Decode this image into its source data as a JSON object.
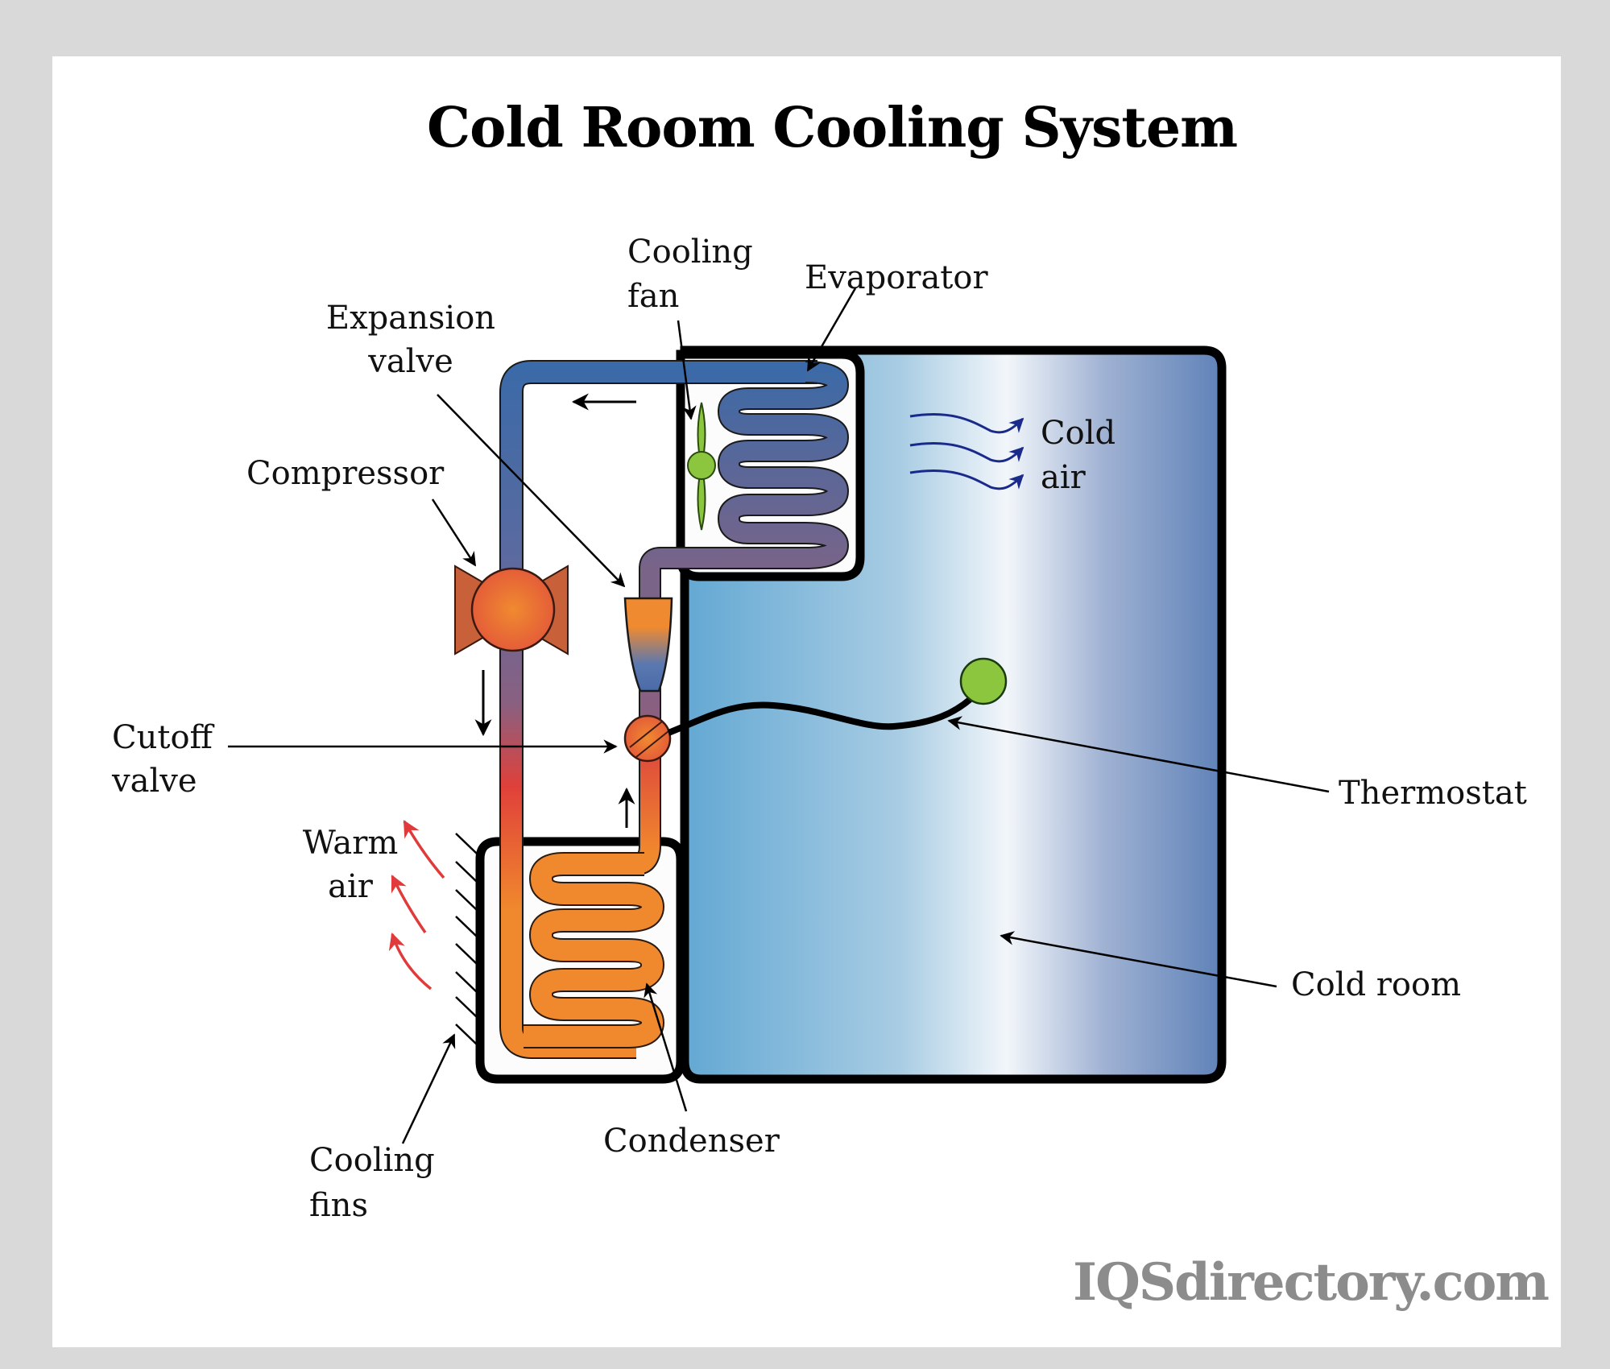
{
  "title": "Cold Room Cooling System",
  "labels": {
    "cooling_fan": [
      "Cooling",
      "fan"
    ],
    "evaporator": "Evaporator",
    "expansion_valve": [
      "Expansion",
      "valve"
    ],
    "compressor": "Compressor",
    "cold_air": [
      "Cold",
      "air"
    ],
    "cutoff_valve": [
      "Cutoff",
      "valve"
    ],
    "thermostat": "Thermostat",
    "warm_air": [
      "Warm",
      "air"
    ],
    "cold_room": "Cold room",
    "cooling_fins": [
      "Cooling",
      "fins"
    ],
    "condenser": "Condenser"
  },
  "watermark": "IQSdirectory.com",
  "colors": {
    "frame": "#d9d9d9",
    "pipe_cold": "#3a6aa8",
    "pipe_mid": "#7a6488",
    "pipe_warm": "#e0403a",
    "pipe_hot": "#f0892d",
    "room_left": "#63a8d3",
    "room_light": "#f2f6fa",
    "room_right": "#5f82b8",
    "fan_green": "#8cc63f",
    "cold_air_arrow": "#1a2a8c",
    "warm_air_arrow": "#e03a3a",
    "watermark": "#8c8c8c"
  }
}
